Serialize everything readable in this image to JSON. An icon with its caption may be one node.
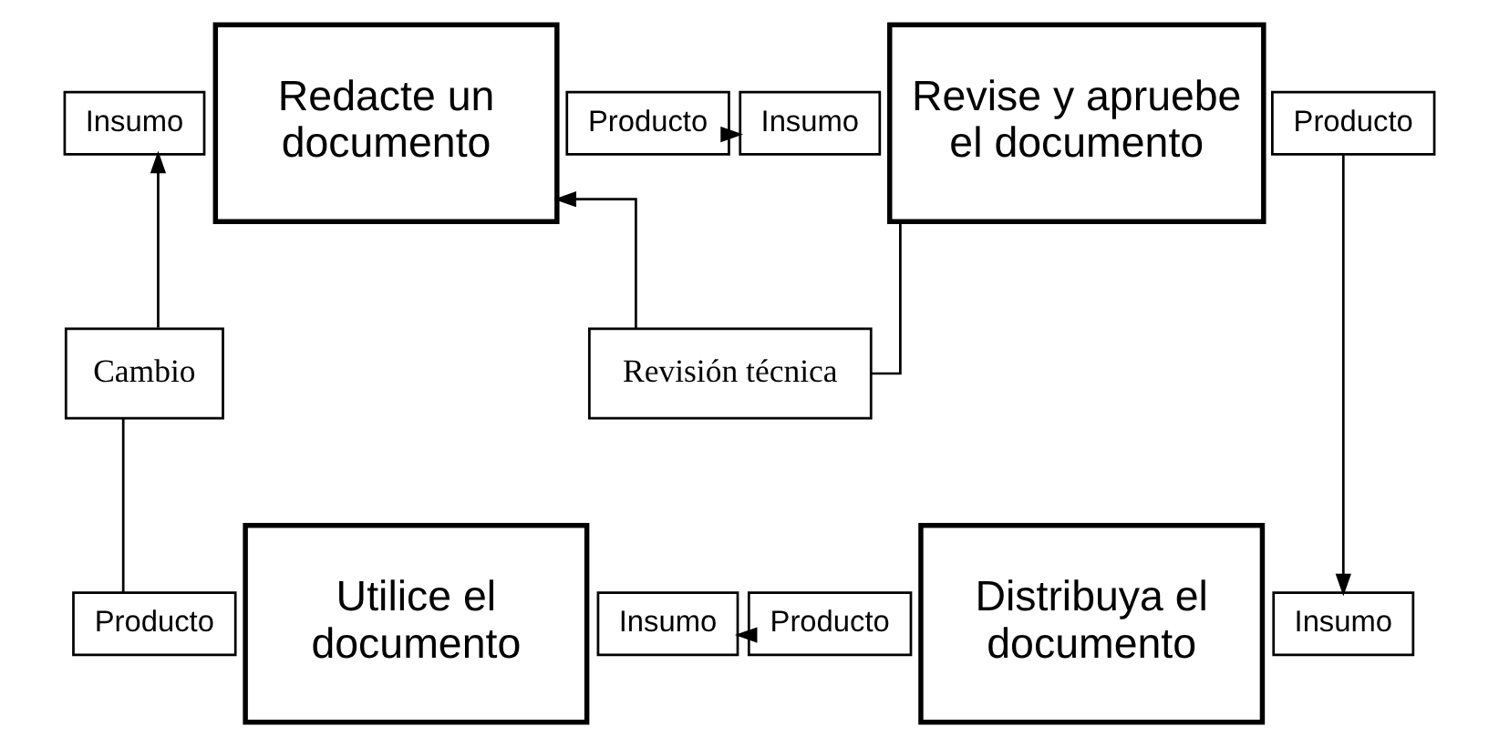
{
  "diagram": {
    "nodes": [
      {
        "text": [
          "Insumo"
        ]
      },
      {
        "text": [
          "Redacte un documento"
        ]
      },
      {
        "text": [
          "Producto"
        ]
      },
      {
        "text": [
          "Insumo"
        ]
      },
      {
        "text": [
          "Revise y apruebe el documento"
        ]
      },
      {
        "text": [
          "Producto"
        ]
      },
      {
        "text": [
          "Producto"
        ]
      },
      {
        "text": [
          "Utilice el documento"
        ]
      },
      {
        "text": [
          "Insumo"
        ]
      },
      {
        "text": [
          "Producto"
        ]
      },
      {
        "text": [
          "Distribuya el documento"
        ]
      },
      {
        "text": [
          "Insumo"
        ]
      },
      {
        "text": [
          "Revisión técnica"
        ]
      },
      {
        "text": [
          "Cambio"
        ]
      }
    ],
    "edges": [
      {
        "from": 2,
        "to": 3,
        "arrow": "to"
      },
      {
        "from": 5,
        "to": 11,
        "arrow": "to"
      },
      {
        "from": 9,
        "to": 8,
        "arrow": "to"
      },
      {
        "from": 6,
        "to": 13,
        "arrow": "none"
      },
      {
        "from": 13,
        "to": 0,
        "arrow": "to"
      },
      {
        "from": 4,
        "to": 12,
        "arrow": "none"
      },
      {
        "from": 12,
        "to": 1,
        "arrow": "to"
      }
    ]
  }
}
